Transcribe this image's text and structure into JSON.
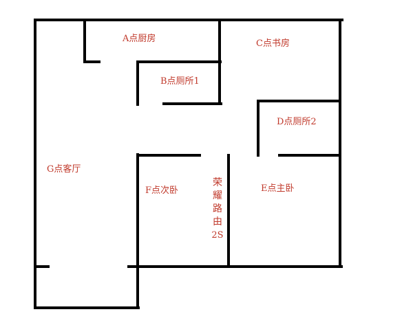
{
  "diagram": {
    "type": "floor-plan",
    "wall_color": "#000000",
    "label_color": "#c0392b",
    "rooms": [
      {
        "id": "A",
        "label": "A点厨房"
      },
      {
        "id": "B",
        "label": "B点厕所1"
      },
      {
        "id": "C",
        "label": "C点书房"
      },
      {
        "id": "D",
        "label": "D点厕所2"
      },
      {
        "id": "E",
        "label": "E点主卧"
      },
      {
        "id": "F",
        "label": "F点次卧"
      },
      {
        "id": "G",
        "label": "G点客厅"
      }
    ],
    "router_note": {
      "chars": [
        "荣",
        "耀",
        "路",
        "由",
        "2S"
      ]
    }
  }
}
